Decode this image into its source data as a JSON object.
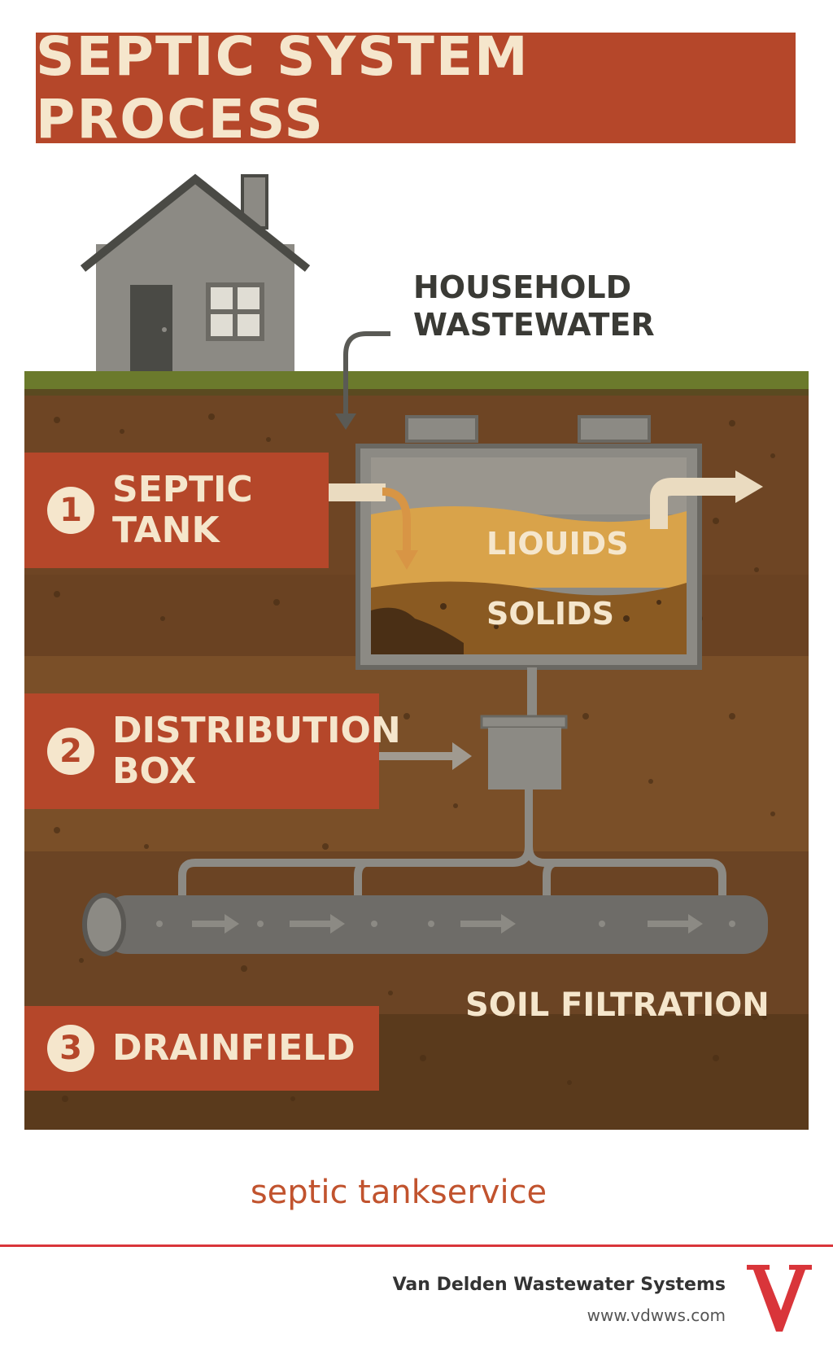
{
  "title": "SEPTIC SYSTEM PROCESS",
  "household_label": [
    "HOUSEHOLD",
    "WASTEWATER"
  ],
  "tank_layers": {
    "liquids": "LIOUIDS",
    "solids": "SOLIDS"
  },
  "steps": [
    {
      "number": "1",
      "lines": [
        "SEPTIC",
        "TANK"
      ]
    },
    {
      "number": "2",
      "lines": [
        "DISTRIBUTION",
        "BOX"
      ]
    },
    {
      "number": "3",
      "lines": [
        "DRAINFIELD"
      ]
    }
  ],
  "soil_filtration_label": "SOIL FILTRATION",
  "keyword": "septic tankservice",
  "footer": {
    "company": "Van Delden Wastewater Systems",
    "website": "www.vdwws.com",
    "logo_letter": "V"
  },
  "colors": {
    "banner": "#b5472a",
    "banner_text": "#f5e6cc",
    "soil_dark": "#5a3a1c",
    "soil_mid": "#7a4f28",
    "grass": "#6b7a2c",
    "liquids": "#d9a34a",
    "solids": "#8a5a22",
    "pipe": "#8a8680",
    "logo_red": "#d9353a"
  }
}
